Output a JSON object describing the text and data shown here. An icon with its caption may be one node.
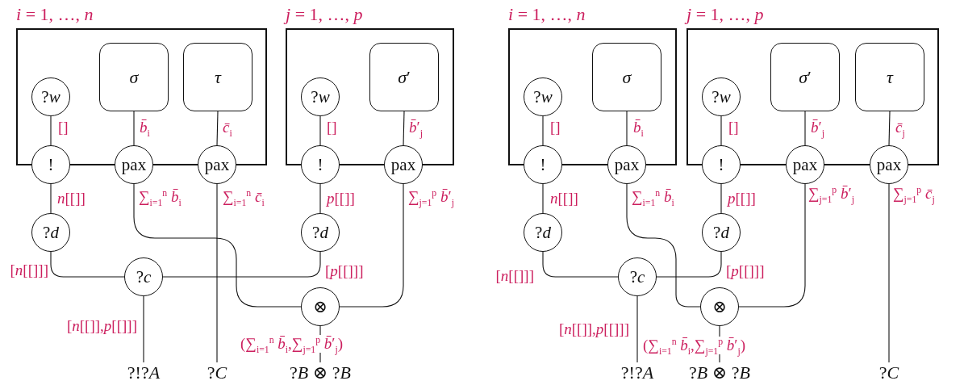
{
  "diagram": {
    "nodes": [
      {
        "text": [
          "*i* = 1, …, *n*"
        ]
      },
      {
        "text": [
          "?*w*"
        ],
        "in": 0
      },
      {
        "text": [
          "*σ*"
        ],
        "in": 0
      },
      {
        "text": [
          "*τ*"
        ],
        "in": 0
      },
      {
        "text": [
          "*j* = 1, …, *p*"
        ]
      },
      {
        "text": [
          "?*w*"
        ],
        "in": 4
      },
      {
        "text": [
          "*σ*′"
        ],
        "in": 4
      },
      {
        "text": [
          "!"
        ]
      },
      {
        "text": [
          "pax"
        ]
      },
      {
        "text": [
          "pax"
        ]
      },
      {
        "text": [
          "!"
        ]
      },
      {
        "text": [
          "pax"
        ]
      },
      {
        "text": [
          "?*d*"
        ]
      },
      {
        "text": [
          "?*d*"
        ]
      },
      {
        "text": [
          "?*c*"
        ]
      },
      {
        "text": [
          "⊗"
        ]
      },
      {
        "text": [
          "?!?*A*"
        ]
      },
      {
        "text": [
          "?*C*"
        ]
      },
      {
        "text": [
          "?*B* ⊗ ?*B*"
        ]
      },
      {
        "text": [
          "*i* = 1, …, *n*"
        ]
      },
      {
        "text": [
          "?*w*"
        ],
        "in": 19
      },
      {
        "text": [
          "*σ*"
        ],
        "in": 19
      },
      {
        "text": [
          "*j* = 1, …, *p*"
        ]
      },
      {
        "text": [
          "?*w*"
        ],
        "in": 22
      },
      {
        "text": [
          "*σ*′"
        ],
        "in": 22
      },
      {
        "text": [
          "*τ*"
        ],
        "in": 22
      },
      {
        "text": [
          "!"
        ]
      },
      {
        "text": [
          "pax"
        ]
      },
      {
        "text": [
          "!"
        ]
      },
      {
        "text": [
          "pax"
        ]
      },
      {
        "text": [
          "pax"
        ]
      },
      {
        "text": [
          "?*d*"
        ]
      },
      {
        "text": [
          "?*d*"
        ]
      },
      {
        "text": [
          "?*c*"
        ]
      },
      {
        "text": [
          "⊗"
        ]
      },
      {
        "text": [
          "?!?*A*"
        ]
      },
      {
        "text": [
          "?*B* ⊗ ?*B*"
        ]
      },
      {
        "text": [
          "?*C*"
        ]
      }
    ],
    "edges": [
      {
        "from": 1,
        "to": 7,
        "arrow": "none",
        "label": "[]"
      },
      {
        "from": 2,
        "to": 8,
        "arrow": "none",
        "label": "*b̄*$_{i}$"
      },
      {
        "from": 3,
        "to": 9,
        "arrow": "none",
        "label": "*c̄*$_{i}$"
      },
      {
        "from": 5,
        "to": 10,
        "arrow": "none",
        "label": "[]"
      },
      {
        "from": 6,
        "to": 11,
        "arrow": "none",
        "label": "*b̄*′$_{j}$"
      },
      {
        "from": 7,
        "to": 12,
        "arrow": "none",
        "label": "*n*[[]]"
      },
      {
        "from": 8,
        "to": 15,
        "arrow": "none",
        "label": "∑$_{i=1}$$^{n}$ *b̄*$_{i}$"
      },
      {
        "from": 9,
        "to": 17,
        "arrow": "none",
        "label": "∑$_{i=1}$$^{n}$ *c̄*$_{i}$"
      },
      {
        "from": 10,
        "to": 13,
        "arrow": "none",
        "label": "*p*[[]]"
      },
      {
        "from": 11,
        "to": 15,
        "arrow": "none",
        "label": "∑$_{j=1}$$^{p}$ *b̄*′$_{j}$"
      },
      {
        "from": 12,
        "to": 14,
        "arrow": "none",
        "label": "[*n*[[]]]"
      },
      {
        "from": 13,
        "to": 14,
        "arrow": "none",
        "label": "[*p*[[]]]"
      },
      {
        "from": 14,
        "to": 16,
        "arrow": "none",
        "label": "[*n*[[]],*p*[[]]]"
      },
      {
        "from": 15,
        "to": 18,
        "arrow": "none",
        "label": "(∑$_{i=1}$$^{n}$ *b̄*$_{i}$,∑$_{j=1}$$^{p}$ *b̄*′$_{j}$)"
      },
      {
        "from": 20,
        "to": 26,
        "arrow": "none",
        "label": "[]"
      },
      {
        "from": 21,
        "to": 27,
        "arrow": "none",
        "label": "*b̄*$_{i}$"
      },
      {
        "from": 23,
        "to": 28,
        "arrow": "none",
        "label": "[]"
      },
      {
        "from": 24,
        "to": 29,
        "arrow": "none",
        "label": "*b̄*′$_{j}$"
      },
      {
        "from": 25,
        "to": 30,
        "arrow": "none",
        "label": "*c̄*$_{j}$"
      },
      {
        "from": 26,
        "to": 31,
        "arrow": "none",
        "label": "*n*[[]]"
      },
      {
        "from": 27,
        "to": 34,
        "arrow": "none",
        "label": "∑$_{i=1}$$^{n}$ *b̄*$_{i}$"
      },
      {
        "from": 28,
        "to": 32,
        "arrow": "none",
        "label": "*p*[[]]"
      },
      {
        "from": 29,
        "to": 34,
        "arrow": "none",
        "label": "∑$_{j=1}$$^{p}$ *b̄*′$_{j}$"
      },
      {
        "from": 30,
        "to": 37,
        "arrow": "none",
        "label": "∑$_{j=1}$$^{p}$ *c̄*$_{j}$"
      },
      {
        "from": 31,
        "to": 33,
        "arrow": "none",
        "label": "[*n*[[]]]"
      },
      {
        "from": 32,
        "to": 33,
        "arrow": "none",
        "label": "[*p*[[]]]"
      },
      {
        "from": 33,
        "to": 35,
        "arrow": "none",
        "label": "[*n*[[]],*p*[[]]]"
      },
      {
        "from": 34,
        "to": 36,
        "arrow": "none",
        "label": "(∑$_{i=1}$$^{n}$ *b̄*$_{i}$,∑$_{j=1}$$^{p}$ *b̄*′$_{j}$)"
      }
    ]
  }
}
